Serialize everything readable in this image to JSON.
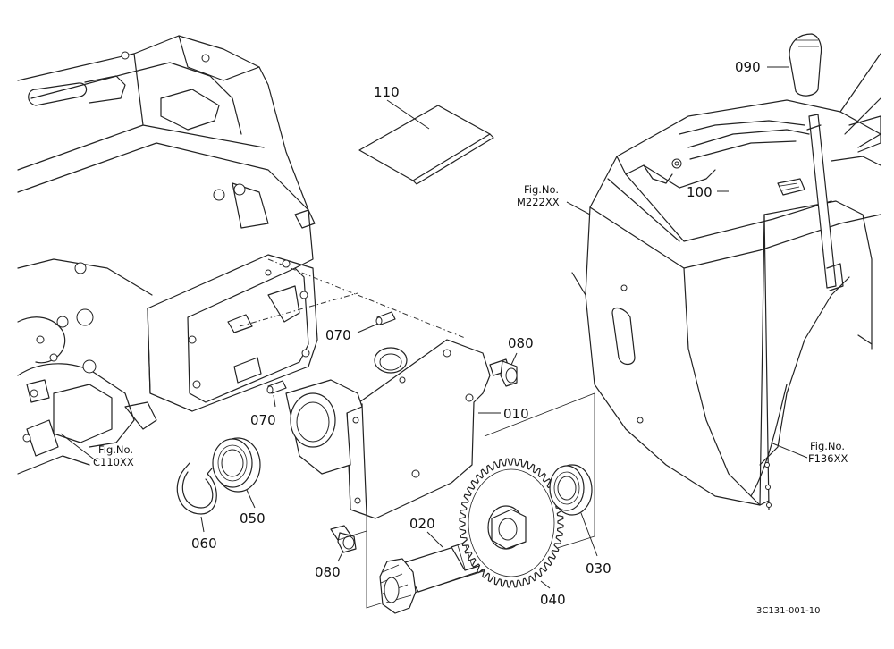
{
  "parts": [
    {
      "id": "p010",
      "label": "010"
    },
    {
      "id": "p020",
      "label": "020"
    },
    {
      "id": "p030",
      "label": "030"
    },
    {
      "id": "p040",
      "label": "040"
    },
    {
      "id": "p050",
      "label": "050"
    },
    {
      "id": "p060",
      "label": "060"
    },
    {
      "id": "p070a",
      "label": "070"
    },
    {
      "id": "p070b",
      "label": "070"
    },
    {
      "id": "p080a",
      "label": "080"
    },
    {
      "id": "p080b",
      "label": "080"
    },
    {
      "id": "p090",
      "label": "090"
    },
    {
      "id": "p100",
      "label": "100"
    },
    {
      "id": "p110",
      "label": "110"
    }
  ],
  "figure_refs": [
    {
      "id": "m222",
      "line1": "Fig.No.",
      "line2": "M222XX"
    },
    {
      "id": "c110",
      "line1": "Fig.No.",
      "line2": "C110XX"
    },
    {
      "id": "f136",
      "line1": "Fig.No.",
      "line2": "F136XX"
    }
  ],
  "diagram_code": "3C131-001-10"
}
